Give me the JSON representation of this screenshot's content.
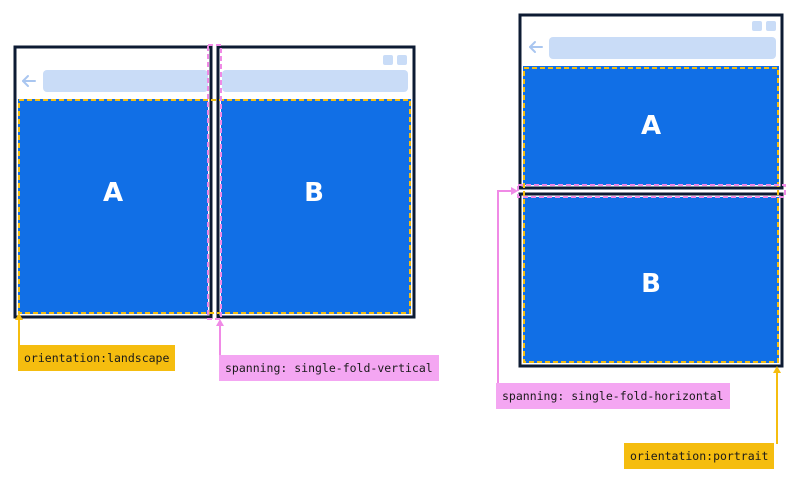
{
  "landscape_device": {
    "left_pane_label": "A",
    "right_pane_label": "B",
    "back_icon": "arrow-left-icon",
    "window_controls": [
      "window-control-icon",
      "window-control-icon"
    ]
  },
  "portrait_device": {
    "top_pane_label": "A",
    "bottom_pane_label": "B",
    "back_icon": "arrow-left-icon",
    "window_controls": [
      "window-control-icon",
      "window-control-icon"
    ]
  },
  "callouts": {
    "landscape_orientation": "orientation:landscape",
    "vertical_spanning": "spanning: single-fold-vertical",
    "horizontal_spanning": "spanning: single-fold-horizontal",
    "portrait_orientation": "orientation:portrait"
  },
  "colors": {
    "frame": "#0d1b33",
    "pane_fill": "#116fe6",
    "address_bar": "#c9dcf7",
    "back_arrow": "#a9c6f0",
    "orientation_accent": "#f5bd0f",
    "spanning_accent": "#f08ae6"
  }
}
